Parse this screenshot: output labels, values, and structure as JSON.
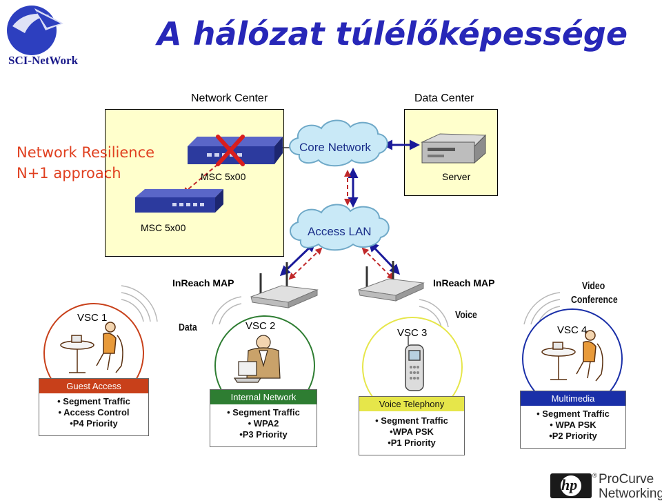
{
  "slide": {
    "title": "A hálózat túlélőképessége",
    "logo_text": "SCI-NetWork",
    "resilience_line1": "Network Resilience",
    "resilience_line2": "N+1 approach"
  },
  "zones": {
    "network_center": "Network Center",
    "data_center": "Data Center"
  },
  "devices": {
    "msc_primary": "MSC 5x00",
    "msc_backup": "MSC 5x00",
    "server": "Server",
    "inreach_map_left": "InReach MAP",
    "inreach_map_right": "InReach MAP"
  },
  "clouds": {
    "core": "Core Network",
    "access": "Access LAN"
  },
  "traffic_labels": {
    "data": "Data",
    "voice": "Voice",
    "video": "Video",
    "conference": "Conference"
  },
  "clients": [
    {
      "label": "VSC 1",
      "card_title": "Guest Access",
      "items": [
        "• Segment Traffic",
        "• Access Control",
        "•P4 Priority"
      ]
    },
    {
      "label": "VSC 2",
      "card_title": "Internal Network",
      "items": [
        "• Segment Traffic",
        "• WPA2",
        "•P3 Priority"
      ]
    },
    {
      "label": "VSC 3",
      "card_title": "Voice Telephony",
      "items": [
        "• Segment Traffic",
        "•WPA PSK",
        "•P1 Priority"
      ]
    },
    {
      "label": "VSC 4",
      "card_title": "Multimedia",
      "items": [
        "• Segment Traffic",
        "• WPA PSK",
        "•P2 Priority"
      ]
    }
  ],
  "brand": {
    "hp": "hp",
    "procurve_line1": "ProCurve",
    "procurve_line2": "Networking",
    "registered": "®"
  },
  "colors": {
    "title": "#2727b8",
    "zone_fill": "#ffffcc",
    "resilience_text": "#e04020",
    "guest_access": "#c8401a",
    "internal_network": "#2e7d32",
    "voice_telephony": "#e6e64a",
    "multimedia": "#1a2fa8",
    "link_blue": "#1a1a9a",
    "link_red_dashed": "#c0282a"
  }
}
